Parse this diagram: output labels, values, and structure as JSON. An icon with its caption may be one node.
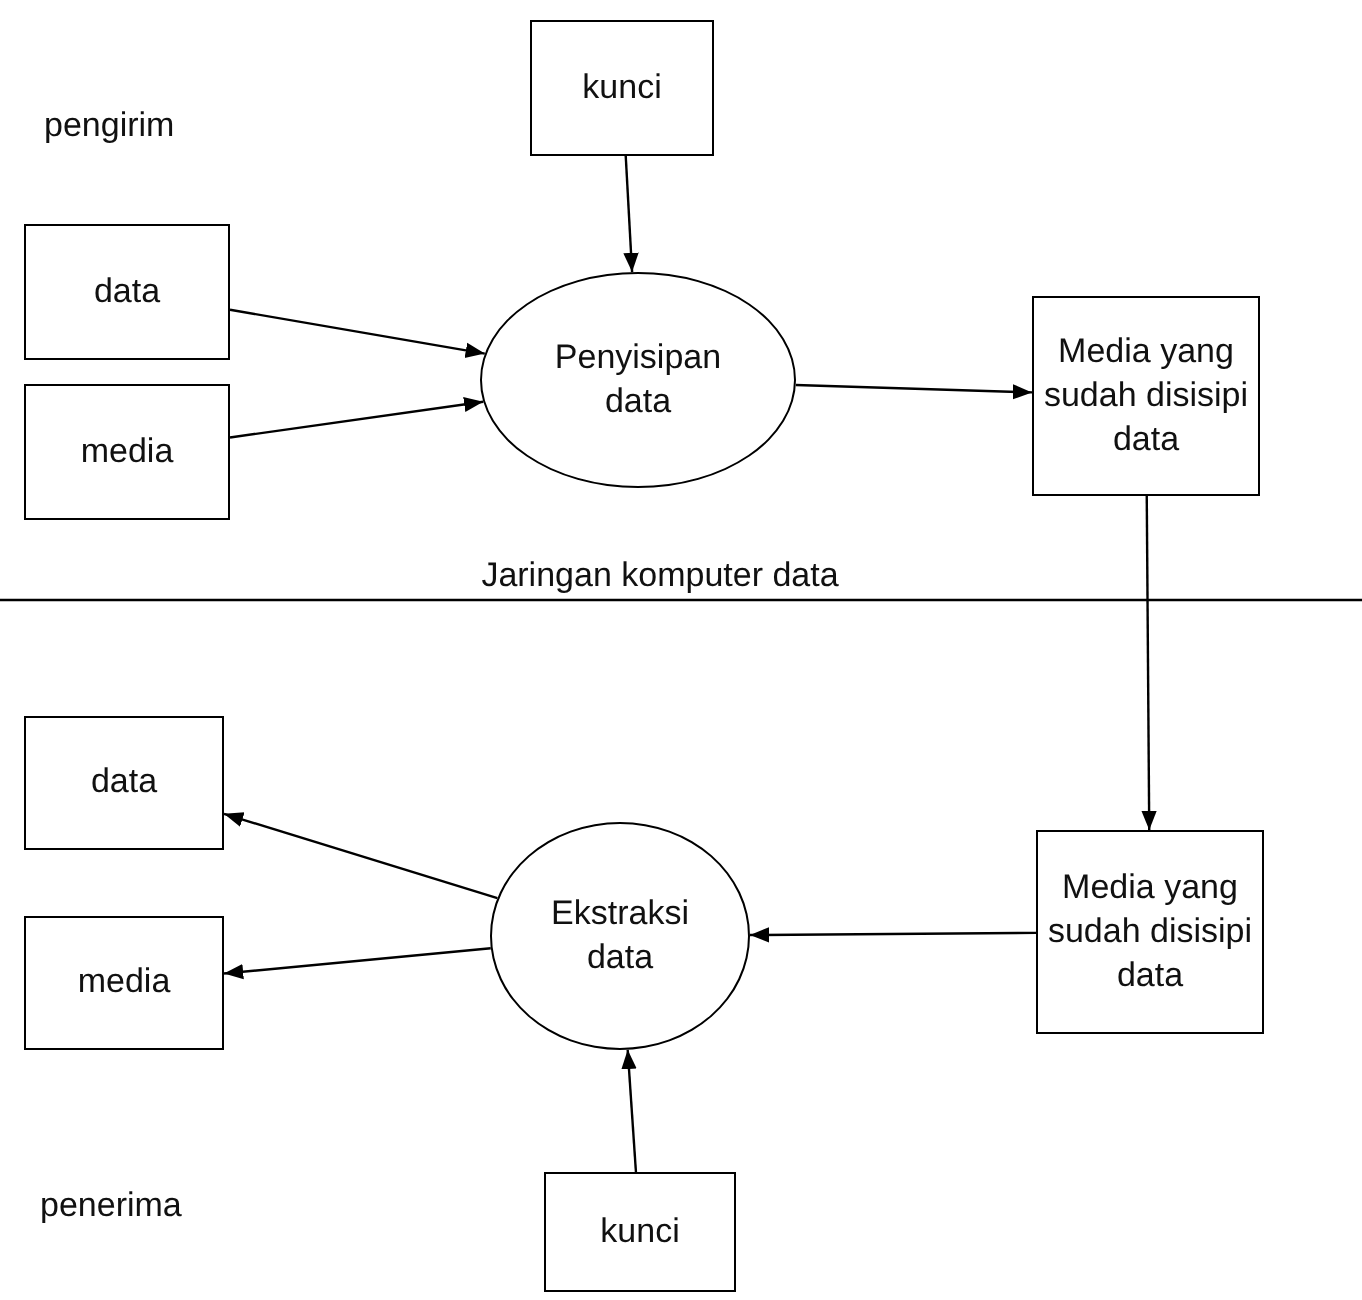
{
  "diagram": {
    "nodes": [
      {
        "text": [
          "kunci"
        ]
      },
      {
        "text": [
          "data"
        ]
      },
      {
        "text": [
          "media"
        ]
      },
      {
        "text": [
          "Penyisipan data"
        ]
      },
      {
        "text": [
          "Media yang sudah disisipi data"
        ]
      },
      {
        "text": [
          "Media yang sudah disisipi data"
        ]
      },
      {
        "text": [
          "Ekstraksi data"
        ]
      },
      {
        "text": [
          "data"
        ]
      },
      {
        "text": [
          "media"
        ]
      },
      {
        "text": [
          "kunci"
        ]
      }
    ],
    "edges": [
      {
        "from": 0,
        "to": 3,
        "arrow": "to"
      },
      {
        "from": 1,
        "to": 3,
        "arrow": "to"
      },
      {
        "from": 2,
        "to": 3,
        "arrow": "to"
      },
      {
        "from": 3,
        "to": 4,
        "arrow": "to"
      },
      {
        "from": 4,
        "to": 5,
        "arrow": "to"
      },
      {
        "from": 5,
        "to": 6,
        "arrow": "to"
      },
      {
        "from": 6,
        "to": 7,
        "arrow": "to"
      },
      {
        "from": 6,
        "to": 8,
        "arrow": "to"
      },
      {
        "from": 9,
        "to": 6,
        "arrow": "to"
      }
    ],
    "labels": [
      "pengirim",
      "Jaringan komputer data",
      "penerima"
    ]
  }
}
